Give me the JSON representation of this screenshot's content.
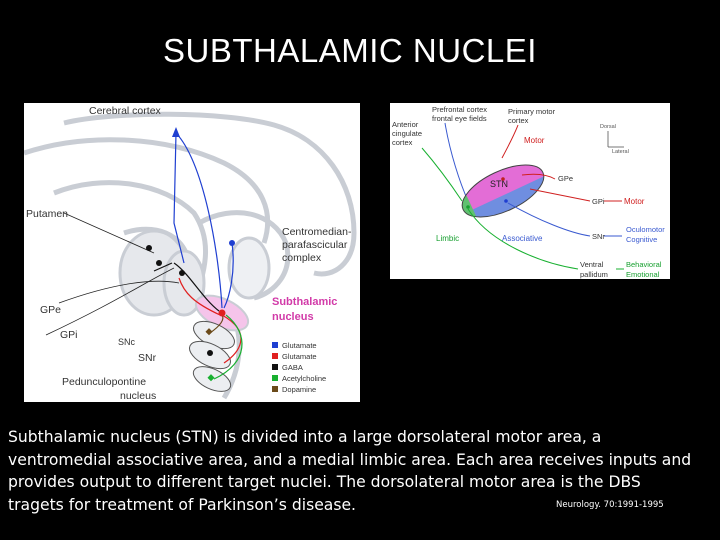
{
  "title": "SUBTHALAMIC NUCLEI",
  "left_figure": {
    "labels": {
      "cerebral_cortex": "Cerebral cortex",
      "putamen": "Putamen",
      "centromedian_1": "Centromedian-",
      "centromedian_2": "parafascicular",
      "centromedian_3": "complex",
      "gpe": "GPe",
      "gpi": "GPi",
      "snc": "SNc",
      "snr": "SNr",
      "stn_1": "Subthalamic",
      "stn_2": "nucleus",
      "ppn_1": "Pedunculopontine",
      "ppn_2": "nucleus"
    },
    "legend": [
      {
        "label": "Glutamate",
        "color": "#1f3fd1"
      },
      {
        "label": "Glutamate",
        "color": "#e02020"
      },
      {
        "label": "GABA",
        "color": "#111111"
      },
      {
        "label": "Acetylcholine",
        "color": "#18b030"
      },
      {
        "label": "Dopamine",
        "color": "#6b4a1a"
      }
    ]
  },
  "right_figure": {
    "labels": {
      "prefrontal_1": "Prefrontal cortex",
      "prefrontal_2": "frontal eye fields",
      "primary_1": "Primary motor",
      "primary_2": "cortex",
      "anterior_1": "Anterior",
      "anterior_2": "cingulate",
      "anterior_3": "cortex",
      "dorsal": "Dorsal",
      "lateral": "Lateral",
      "motor_top": "Motor",
      "stn": "STN",
      "gpe": "GPe",
      "gpi": "GPi",
      "motor_right": "Motor",
      "limbic": "Limbic",
      "associative": "Associative",
      "snr": "SNr",
      "oculomotor": "Oculomotor",
      "cognitive": "Cognitive",
      "ventral_1": "Ventral",
      "ventral_2": "pallidum",
      "behavioral": "Behavioral",
      "emotional": "Emotional"
    }
  },
  "body_text": "Subthalamic nucleus (STN) is divided into a large dorsolateral motor area, a ventromedial associative area, and a medial limbic area. Each area receives inputs and provides output to different target nuclei. The dorsolateral motor area is the DBS tragets for treatment of Parkinson’s disease.",
  "citation": "Neurology. 70:1991-1995"
}
